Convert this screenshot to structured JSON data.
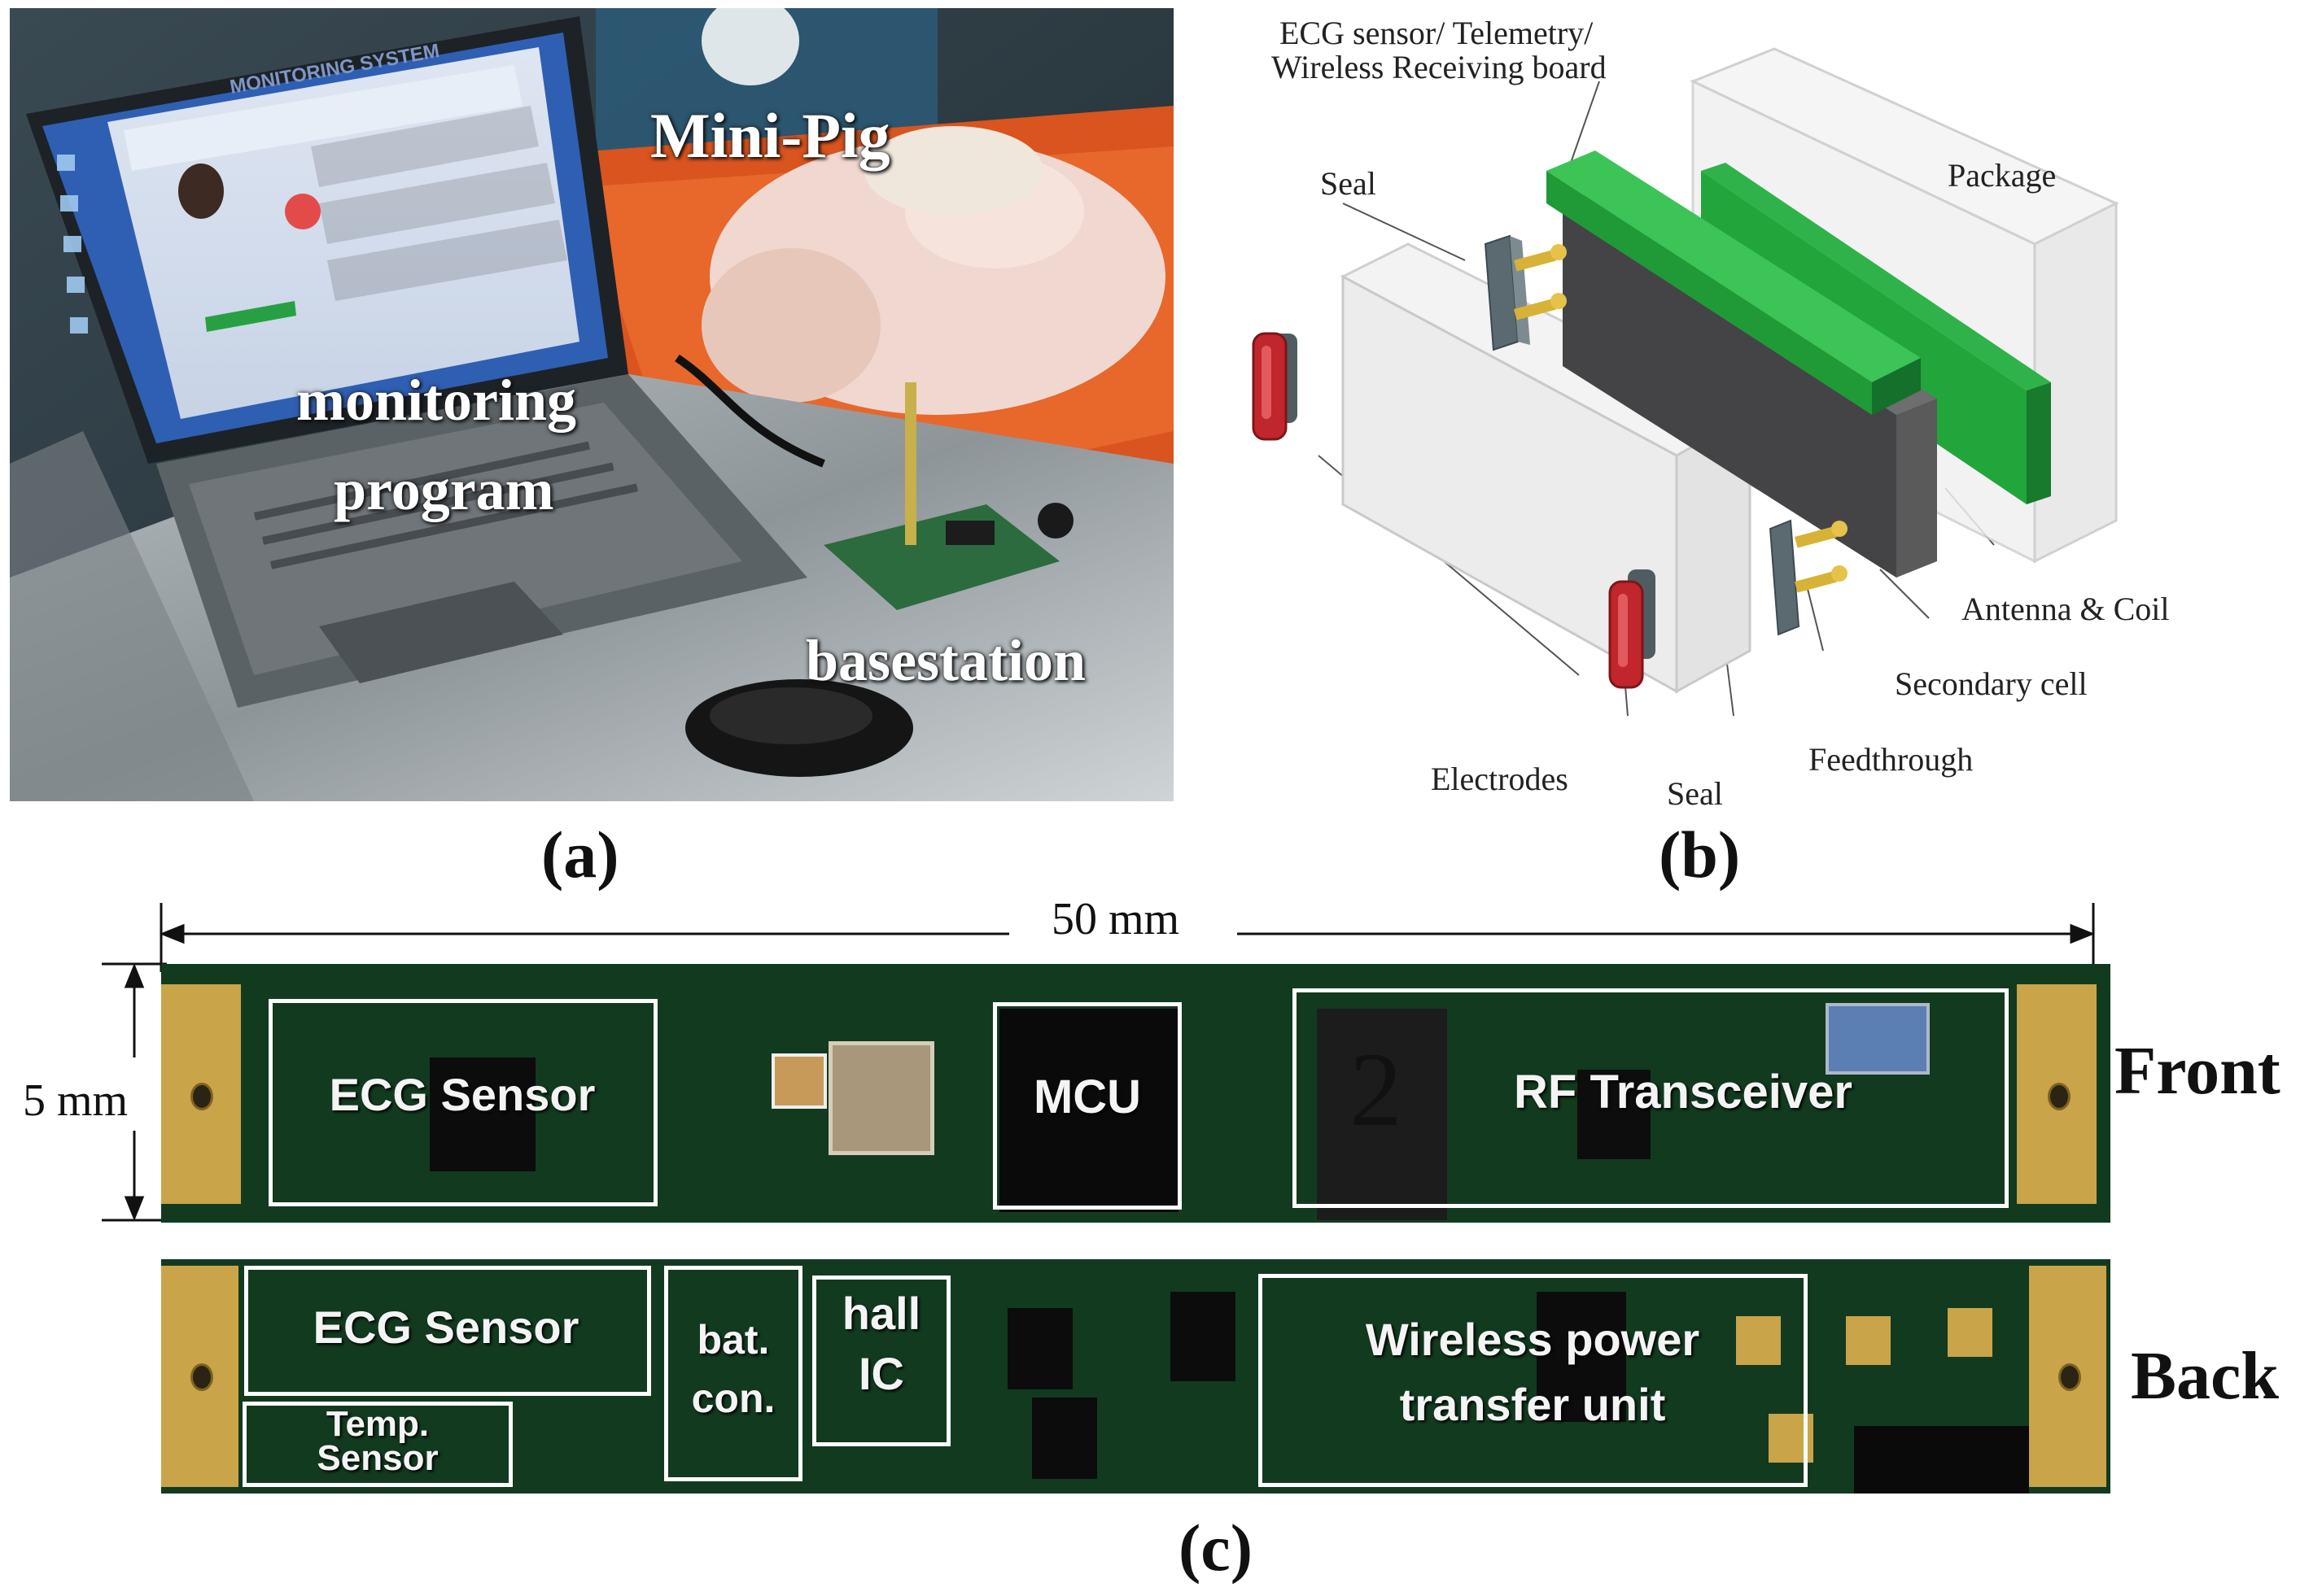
{
  "panel_a": {
    "caption": "(a)",
    "labels": {
      "mini_pig": "Mini-Pig",
      "monitoring_line1": "monitoring",
      "monitoring_line2": "program",
      "basestation": "basestation"
    },
    "screen_title": "MONITORING SYSTEM"
  },
  "panel_b": {
    "caption": "(b)",
    "labels": {
      "top_line1": "ECG sensor/  Telemetry/",
      "top_line2": "Wireless Receiving board",
      "seal_top": "Seal",
      "package": "Package",
      "antenna_coil": "Antenna & Coil",
      "secondary_cell": "Secondary cell",
      "feedthrough": "Feedthrough",
      "seal_bottom": "Seal",
      "electrodes": "Electrodes"
    }
  },
  "panel_c": {
    "caption": "(c)",
    "width_dim": "50 mm",
    "height_dim": "5 mm",
    "front": {
      "label": "Front",
      "blocks": [
        "ECG Sensor",
        "MCU",
        "RF Transceiver"
      ],
      "marking": "2"
    },
    "back": {
      "label": "Back",
      "ecg": "ECG Sensor",
      "temp_line1": "Temp.",
      "temp_line2": "Sensor",
      "bat_line1": "bat.",
      "bat_line2": "con.",
      "hall_line1": "hall",
      "hall_line2": "IC",
      "wpt_line1": "Wireless power",
      "wpt_line2": "transfer unit"
    }
  },
  "colors": {
    "pcb_green": "#123a1f",
    "gold_pad": "#c9a449",
    "board_green": "#22b03a",
    "electrode_red": "#c0262b",
    "box_white": "#ffffff"
  }
}
